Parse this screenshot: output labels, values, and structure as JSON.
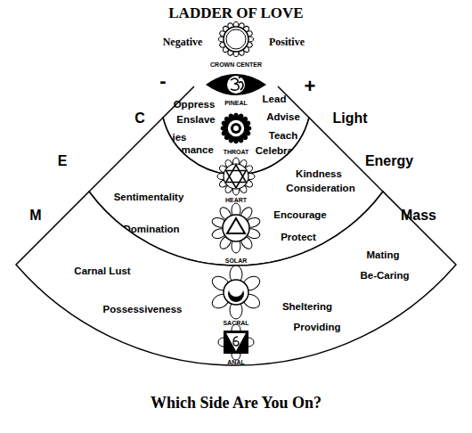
{
  "diagram": {
    "title": "LADDER OF LOVE",
    "caption": "Which Side Are You On?",
    "nodes": [
      {
        "text": [
          "CROWN CENTER"
        ]
      },
      {
        "text": [
          "PINEAL"
        ]
      },
      {
        "text": [
          "THROAT"
        ]
      },
      {
        "text": [
          "HEART"
        ]
      },
      {
        "text": [
          "SOLAR"
        ]
      },
      {
        "text": [
          "SACRAL"
        ]
      },
      {
        "text": [
          "ANAL"
        ]
      },
      {
        "text": [
          "Oppress",
          "Lead",
          "Enslave",
          "Advise",
          "Teach",
          "Lies",
          "Celebrate",
          "Romance"
        ]
      },
      {
        "text": [
          "Kindness",
          "Consideration",
          "Sentimentality",
          "Encourage",
          "Domination",
          "Protect"
        ]
      },
      {
        "text": [
          "Mating",
          "Carnal Lust",
          "Be-Caring",
          "Sheltering",
          "Possessiveness",
          "Providing"
        ]
      }
    ],
    "labels": [
      "Negative",
      "Positive",
      "-",
      "+",
      "C",
      "Light",
      "E",
      "Energy",
      "M",
      "Mass"
    ]
  }
}
